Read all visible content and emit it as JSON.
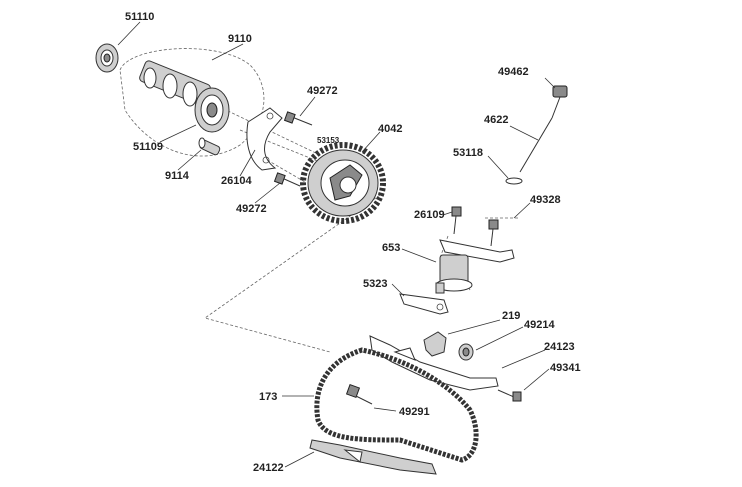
{
  "parts": {
    "p51110": "51110",
    "p9110": "9110",
    "p51109": "51109",
    "p9114": "9114",
    "p26104": "26104",
    "p49272a": "49272",
    "p49272b": "49272",
    "p53153": "53153",
    "p4042": "4042",
    "p49462": "49462",
    "p4622": "4622",
    "p53118": "53118",
    "p49328": "49328",
    "p26109": "26109",
    "p653": "653",
    "p5323": "5323",
    "p219": "219",
    "p49214": "49214",
    "p24123": "24123",
    "p49341": "49341",
    "p173": "173",
    "p49291": "49291",
    "p24122": "24122"
  }
}
